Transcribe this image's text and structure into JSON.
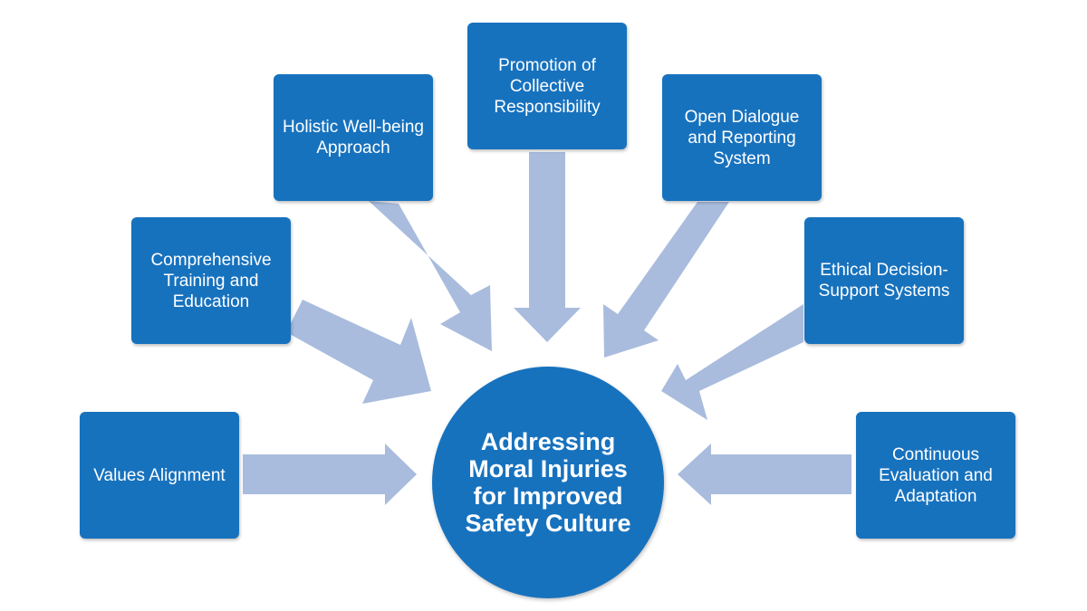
{
  "center": {
    "label": "Addressing Moral Injuries for Improved Safety Culture"
  },
  "nodes": [
    {
      "id": "values",
      "label": "Values Alignment"
    },
    {
      "id": "training",
      "label": "Comprehensive Training and Education"
    },
    {
      "id": "wellbeing",
      "label": "Holistic Well-being Approach"
    },
    {
      "id": "collective",
      "label": "Promotion of Collective Responsibility"
    },
    {
      "id": "dialogue",
      "label": "Open Dialogue and Reporting System"
    },
    {
      "id": "ethical",
      "label": "Ethical Decision-Support Systems"
    },
    {
      "id": "evaluation",
      "label": "Continuous Evaluation and Adaptation"
    }
  ],
  "colors": {
    "box_fill": "#1772be",
    "arrow_fill": "#a9bcdd",
    "text": "#ffffff"
  }
}
